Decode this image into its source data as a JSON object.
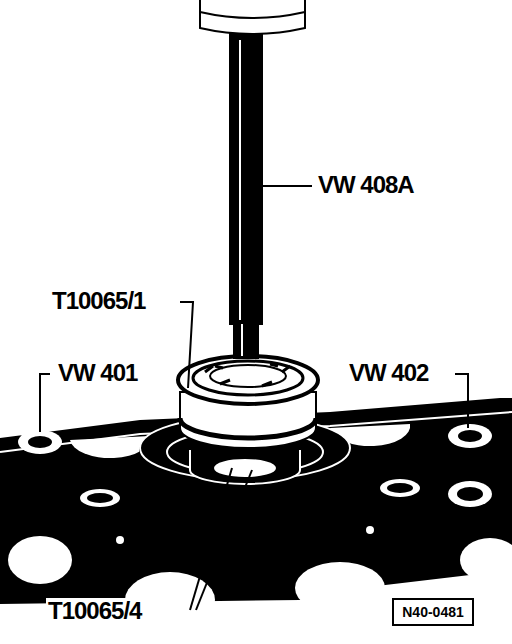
{
  "diagram": {
    "nodes": [
      {
        "text": [
          "N40-0481"
        ]
      }
    ],
    "labels": [
      "VW 408A",
      "T10065/1",
      "VW 401",
      "VW 402",
      "T10065/4"
    ]
  }
}
